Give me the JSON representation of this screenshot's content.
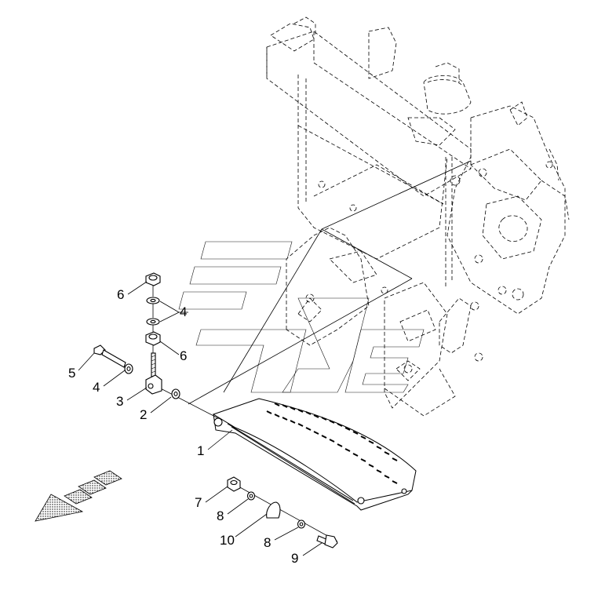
{
  "callouts": [
    {
      "id": "c1",
      "text": "1"
    },
    {
      "id": "c2",
      "text": "2"
    },
    {
      "id": "c3",
      "text": "3"
    },
    {
      "id": "c4a",
      "text": "4"
    },
    {
      "id": "c4b",
      "text": "4"
    },
    {
      "id": "c5",
      "text": "5"
    },
    {
      "id": "c6a",
      "text": "6"
    },
    {
      "id": "c6b",
      "text": "6"
    },
    {
      "id": "c7",
      "text": "7"
    },
    {
      "id": "c8a",
      "text": "8"
    },
    {
      "id": "c8b",
      "text": "8"
    },
    {
      "id": "c9",
      "text": "9"
    },
    {
      "id": "c10",
      "text": "10"
    }
  ]
}
